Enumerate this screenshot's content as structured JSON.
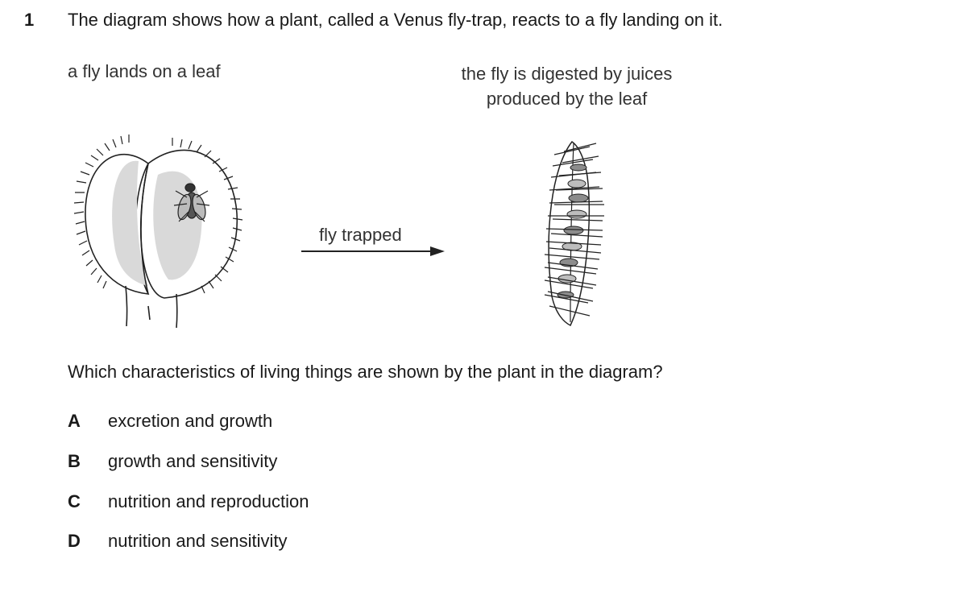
{
  "question": {
    "number": "1",
    "stem": "The diagram shows how a plant, called a Venus fly-trap, reacts to a fly landing on it.",
    "prompt": "Which characteristics of living things are shown by the plant in the diagram?"
  },
  "diagram": {
    "left_caption": "a fly lands on a leaf",
    "right_caption_line1": "the fly is digested by juices",
    "right_caption_line2": "produced by the leaf",
    "arrow_label": "fly trapped"
  },
  "options": [
    {
      "letter": "A",
      "text": "excretion and growth"
    },
    {
      "letter": "B",
      "text": "growth and sensitivity"
    },
    {
      "letter": "C",
      "text": "nutrition and reproduction"
    },
    {
      "letter": "D",
      "text": "nutrition and sensitivity"
    }
  ]
}
